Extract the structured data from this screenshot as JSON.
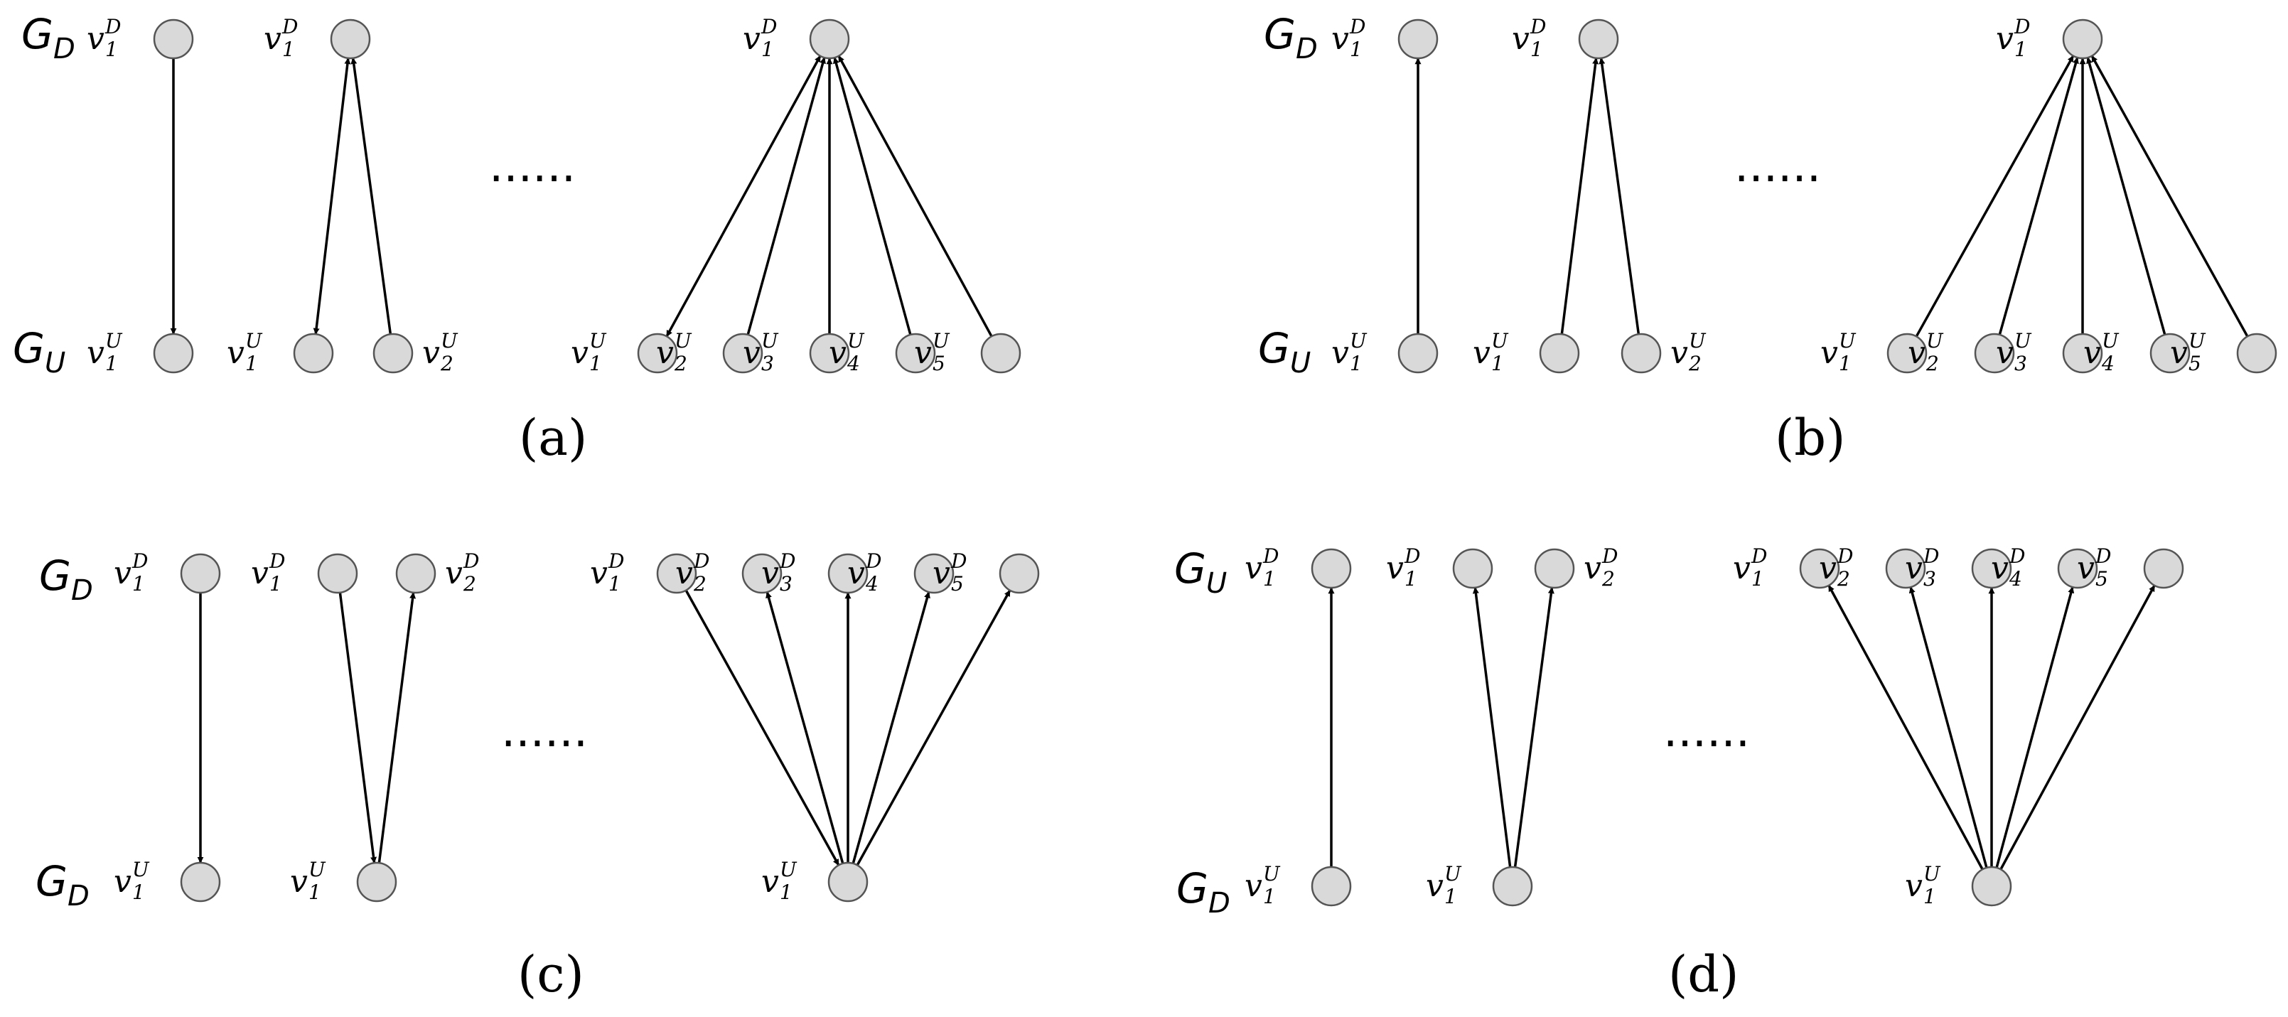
{
  "panels": [
    {
      "label": "(a)",
      "top_graph": {
        "letter": "G",
        "sub": "D"
      },
      "bottom_graph": {
        "letter": "G",
        "sub": "U"
      },
      "ellipsis": "......",
      "top_nodes": [
        {
          "id": "a1_top",
          "name": "v",
          "sub": "1",
          "sup": "D"
        },
        {
          "id": "a2_top",
          "name": "v",
          "sub": "1",
          "sup": "D"
        },
        {
          "id": "a3_top",
          "name": "v",
          "sub": "1",
          "sup": "D"
        }
      ],
      "bottom_nodes": [
        {
          "id": "a1_b1",
          "name": "v",
          "sub": "1",
          "sup": "U"
        },
        {
          "id": "a2_b1",
          "name": "v",
          "sub": "1",
          "sup": "U"
        },
        {
          "id": "a2_b2",
          "name": "v",
          "sub": "2",
          "sup": "U"
        },
        {
          "id": "a3_b1",
          "name": "v",
          "sub": "1",
          "sup": "U"
        },
        {
          "id": "a3_b2",
          "name": "v",
          "sub": "2",
          "sup": "U"
        },
        {
          "id": "a3_b3",
          "name": "v",
          "sub": "3",
          "sup": "U"
        },
        {
          "id": "a3_b4",
          "name": "v",
          "sub": "4",
          "sup": "U"
        },
        {
          "id": "a3_b5",
          "name": "v",
          "sub": "5",
          "sup": "U"
        }
      ],
      "edges": [
        {
          "from": "a1_top",
          "to": "a1_b1"
        },
        {
          "from": "a2_top",
          "to": "a2_b1",
          "both": true
        },
        {
          "from": "a2_b2",
          "to": "a2_top"
        },
        {
          "from": "a3_top",
          "to": "a3_b1",
          "both": true
        },
        {
          "from": "a3_b2",
          "to": "a3_top"
        },
        {
          "from": "a3_b3",
          "to": "a3_top"
        },
        {
          "from": "a3_b4",
          "to": "a3_top"
        },
        {
          "from": "a3_b5",
          "to": "a3_top"
        }
      ]
    },
    {
      "label": "(b)",
      "top_graph": {
        "letter": "G",
        "sub": "D"
      },
      "bottom_graph": {
        "letter": "G",
        "sub": "U"
      },
      "ellipsis": "......",
      "top_nodes": [
        {
          "id": "b1_top",
          "name": "v",
          "sub": "1",
          "sup": "D"
        },
        {
          "id": "b2_top",
          "name": "v",
          "sub": "1",
          "sup": "D"
        },
        {
          "id": "b3_top",
          "name": "v",
          "sub": "1",
          "sup": "D"
        }
      ],
      "bottom_nodes": [
        {
          "id": "b1_b1",
          "name": "v",
          "sub": "1",
          "sup": "U"
        },
        {
          "id": "b2_b1",
          "name": "v",
          "sub": "1",
          "sup": "U"
        },
        {
          "id": "b2_b2",
          "name": "v",
          "sub": "2",
          "sup": "U"
        },
        {
          "id": "b3_b1",
          "name": "v",
          "sub": "1",
          "sup": "U"
        },
        {
          "id": "b3_b2",
          "name": "v",
          "sub": "2",
          "sup": "U"
        },
        {
          "id": "b3_b3",
          "name": "v",
          "sub": "3",
          "sup": "U"
        },
        {
          "id": "b3_b4",
          "name": "v",
          "sub": "4",
          "sup": "U"
        },
        {
          "id": "b3_b5",
          "name": "v",
          "sub": "5",
          "sup": "U"
        }
      ],
      "edges": [
        {
          "from": "b1_b1",
          "to": "b1_top"
        },
        {
          "from": "b2_b1",
          "to": "b2_top"
        },
        {
          "from": "b2_b2",
          "to": "b2_top"
        },
        {
          "from": "b3_b1",
          "to": "b3_top"
        },
        {
          "from": "b3_b2",
          "to": "b3_top"
        },
        {
          "from": "b3_b3",
          "to": "b3_top"
        },
        {
          "from": "b3_b4",
          "to": "b3_top"
        },
        {
          "from": "b3_b5",
          "to": "b3_top"
        }
      ]
    },
    {
      "label": "(c)",
      "top_graph": {
        "letter": "G",
        "sub": "D"
      },
      "bottom_graph": {
        "letter": "G",
        "sub": "D"
      },
      "ellipsis": "......",
      "top_nodes": [
        {
          "id": "c1_t1",
          "name": "v",
          "sub": "1",
          "sup": "D"
        },
        {
          "id": "c2_t1",
          "name": "v",
          "sub": "1",
          "sup": "D"
        },
        {
          "id": "c2_t2",
          "name": "v",
          "sub": "2",
          "sup": "D"
        },
        {
          "id": "c3_t1",
          "name": "v",
          "sub": "1",
          "sup": "D"
        },
        {
          "id": "c3_t2",
          "name": "v",
          "sub": "2",
          "sup": "D"
        },
        {
          "id": "c3_t3",
          "name": "v",
          "sub": "3",
          "sup": "D"
        },
        {
          "id": "c3_t4",
          "name": "v",
          "sub": "4",
          "sup": "D"
        },
        {
          "id": "c3_t5",
          "name": "v",
          "sub": "5",
          "sup": "D"
        }
      ],
      "bottom_nodes": [
        {
          "id": "c1_b1",
          "name": "v",
          "sub": "1",
          "sup": "U"
        },
        {
          "id": "c2_b1",
          "name": "v",
          "sub": "1",
          "sup": "U"
        },
        {
          "id": "c3_b1",
          "name": "v",
          "sub": "1",
          "sup": "U"
        }
      ],
      "edges": [
        {
          "from": "c1_t1",
          "to": "c1_b1"
        },
        {
          "from": "c2_t1",
          "to": "c2_b1"
        },
        {
          "from": "c2_b1",
          "to": "c2_t2"
        },
        {
          "from": "c3_t1",
          "to": "c3_b1"
        },
        {
          "from": "c3_b1",
          "to": "c3_t2"
        },
        {
          "from": "c3_b1",
          "to": "c3_t3"
        },
        {
          "from": "c3_b1",
          "to": "c3_t4"
        },
        {
          "from": "c3_b1",
          "to": "c3_t5"
        }
      ]
    },
    {
      "label": "(d)",
      "top_graph": {
        "letter": "G",
        "sub": "U"
      },
      "bottom_graph": {
        "letter": "G",
        "sub": "D"
      },
      "ellipsis": "......",
      "top_nodes": [
        {
          "id": "d1_t1",
          "name": "v",
          "sub": "1",
          "sup": "D"
        },
        {
          "id": "d2_t1",
          "name": "v",
          "sub": "1",
          "sup": "D"
        },
        {
          "id": "d2_t2",
          "name": "v",
          "sub": "2",
          "sup": "D"
        },
        {
          "id": "d3_t1",
          "name": "v",
          "sub": "1",
          "sup": "D"
        },
        {
          "id": "d3_t2",
          "name": "v",
          "sub": "2",
          "sup": "D"
        },
        {
          "id": "d3_t3",
          "name": "v",
          "sub": "3",
          "sup": "D"
        },
        {
          "id": "d3_t4",
          "name": "v",
          "sub": "4",
          "sup": "D"
        },
        {
          "id": "d3_t5",
          "name": "v",
          "sub": "5",
          "sup": "D"
        }
      ],
      "bottom_nodes": [
        {
          "id": "d1_b1",
          "name": "v",
          "sub": "1",
          "sup": "U"
        },
        {
          "id": "d2_b1",
          "name": "v",
          "sub": "1",
          "sup": "U"
        },
        {
          "id": "d3_b1",
          "name": "v",
          "sub": "1",
          "sup": "U"
        }
      ],
      "edges": [
        {
          "from": "d1_b1",
          "to": "d1_t1"
        },
        {
          "from": "d2_b1",
          "to": "d2_t1"
        },
        {
          "from": "d2_b1",
          "to": "d2_t2"
        },
        {
          "from": "d3_b1",
          "to": "d3_t1"
        },
        {
          "from": "d3_b1",
          "to": "d3_t2"
        },
        {
          "from": "d3_b1",
          "to": "d3_t3"
        },
        {
          "from": "d3_b1",
          "to": "d3_t4"
        },
        {
          "from": "d3_b1",
          "to": "d3_t5"
        }
      ]
    }
  ]
}
